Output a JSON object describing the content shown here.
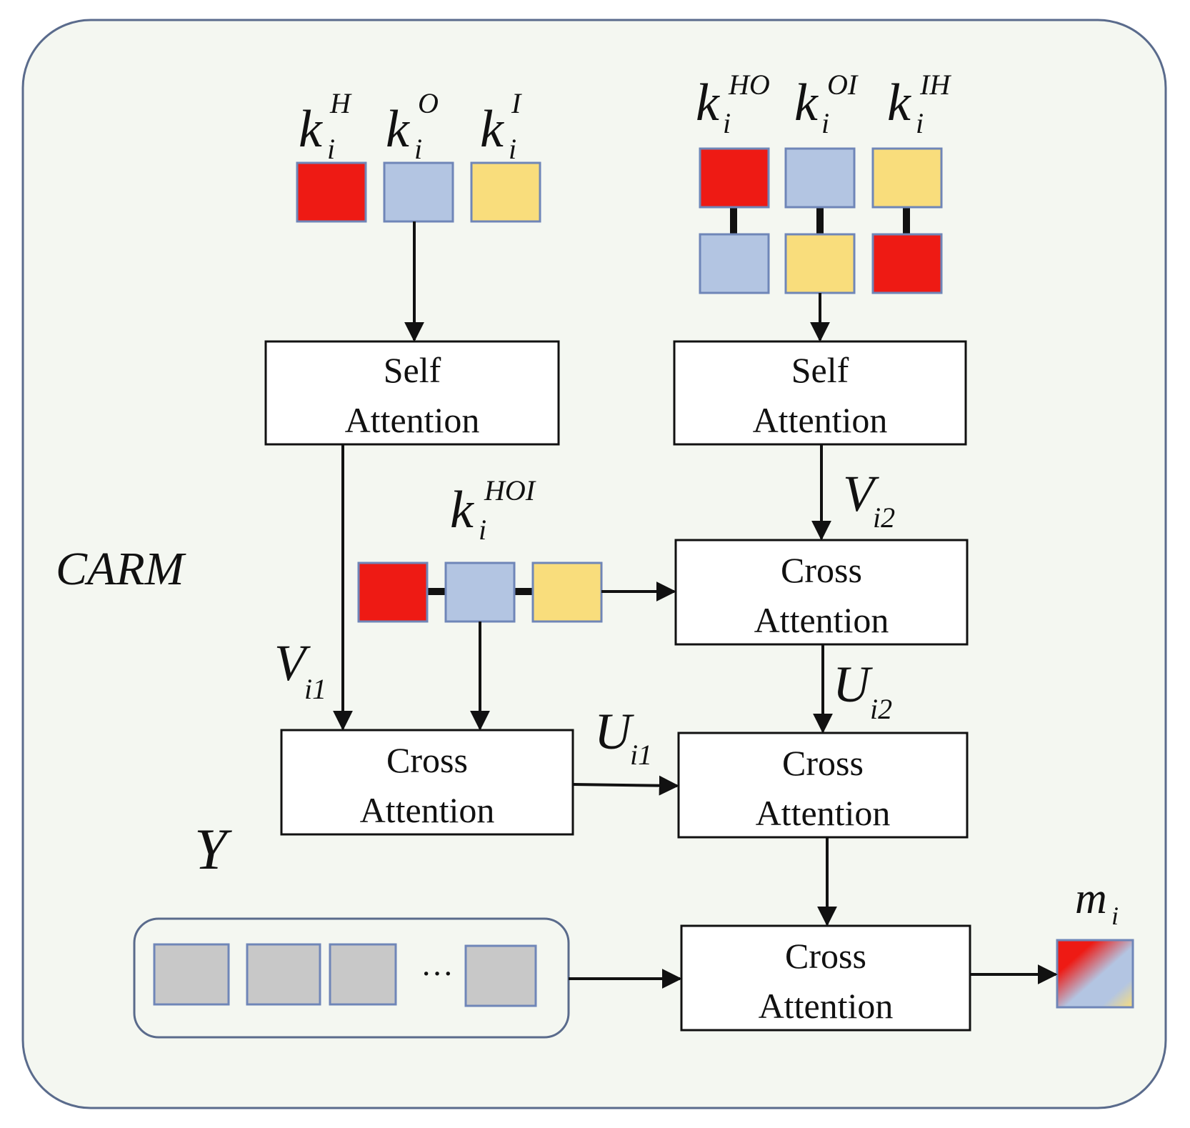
{
  "title": "CARM",
  "colors": {
    "panel_bg": "#f4f7f1",
    "panel_border": "#5a6b8c",
    "red": "#ee1a14",
    "blue": "#b3c5e2",
    "yellow": "#f9dd7c",
    "gray": "#c8c8c8",
    "token_border": "#6f86b8",
    "arrow": "#111111"
  },
  "blocks": {
    "self_attn_left": [
      "Self",
      "Attention"
    ],
    "self_attn_right": [
      "Self",
      "Attention"
    ],
    "cross_attn_top": [
      "Cross",
      "Attention"
    ],
    "cross_attn_left": [
      "Cross",
      "Attention"
    ],
    "cross_attn_mid": [
      "Cross",
      "Attention"
    ],
    "cross_attn_bottom": [
      "Cross",
      "Attention"
    ]
  },
  "labels": {
    "kH": {
      "base": "k",
      "sub": "i",
      "sup": "H"
    },
    "kO": {
      "base": "k",
      "sub": "i",
      "sup": "O"
    },
    "kI": {
      "base": "k",
      "sub": "i",
      "sup": "I"
    },
    "kHO": {
      "base": "k",
      "sub": "i",
      "sup": "HO"
    },
    "kOI": {
      "base": "k",
      "sub": "i",
      "sup": "OI"
    },
    "kIH": {
      "base": "k",
      "sub": "i",
      "sup": "IH"
    },
    "kHOI": {
      "base": "k",
      "sub": "i",
      "sup": "HOI"
    },
    "Vi1": {
      "base": "V",
      "sub": "i1"
    },
    "Vi2": {
      "base": "V",
      "sub": "i2"
    },
    "Ui1": {
      "base": "U",
      "sub": "i1"
    },
    "Ui2": {
      "base": "U",
      "sub": "i2"
    },
    "Y": {
      "base": "Y"
    },
    "mi": {
      "base": "m",
      "sub": "i"
    }
  },
  "ellipsis": "···"
}
